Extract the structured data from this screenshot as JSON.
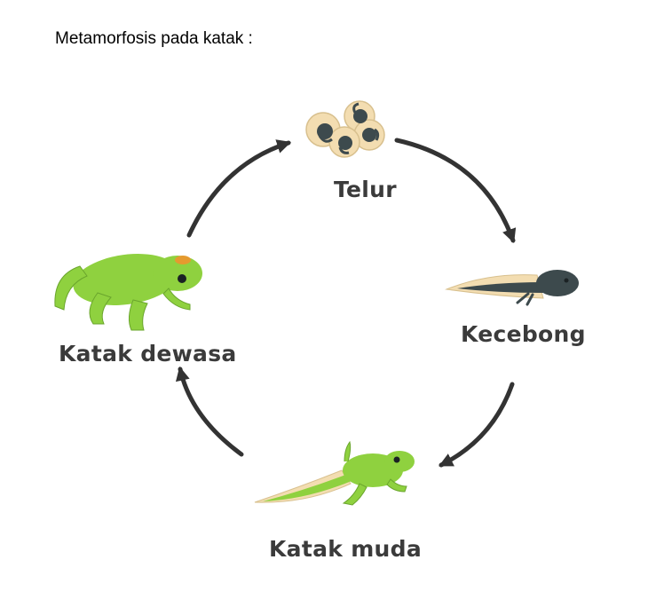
{
  "heading": "Metamorfosis pada katak :",
  "stages": {
    "egg": "Telur",
    "tadpole": "Kecebong",
    "froglet": "Katak muda",
    "adult": "Katak dewasa"
  },
  "colors": {
    "arrow": "#333333",
    "frog_green": "#8fd13f",
    "tadpole_dark": "#3d4a4d",
    "egg_jelly": "#f3ddb1",
    "label": "#3b3b3b"
  },
  "icons": [
    "egg-cluster-icon",
    "tadpole-icon",
    "froglet-icon",
    "adult-frog-icon"
  ]
}
